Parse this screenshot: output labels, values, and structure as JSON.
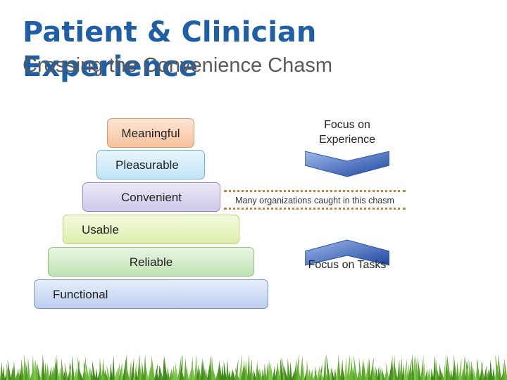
{
  "title": "Patient & Clinician Experience",
  "subtitle": "Crossing the Convenience Chasm",
  "pyramid": {
    "tiers": [
      {
        "label": "Meaningful"
      },
      {
        "label": "Pleasurable"
      },
      {
        "label": "Convenient"
      },
      {
        "label": "Usable"
      },
      {
        "label": "Reliable"
      },
      {
        "label": "Functional"
      }
    ]
  },
  "focus": {
    "top_label": "Focus on Experience",
    "bottom_label": "Focus on Tasks"
  },
  "chasm_label": "Many organizations caught in this chasm",
  "colors": {
    "title": "#1f5fa6",
    "arrow": "#2a52a8",
    "chasm_border": "#c2813f",
    "grass": "#5ea82c"
  },
  "icons": {
    "arrow_down": "chevron-down-icon",
    "arrow_up": "chevron-up-icon"
  }
}
